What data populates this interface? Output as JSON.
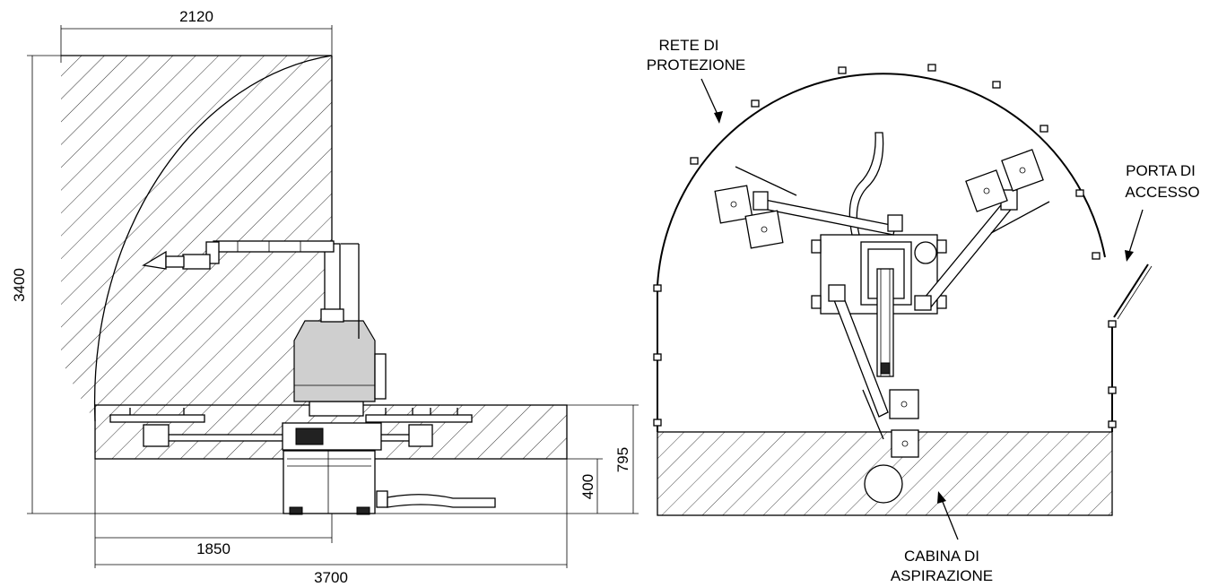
{
  "dimensions": {
    "top_width": "2120",
    "total_height": "3400",
    "lower_height": "795",
    "base_height": "400",
    "center_width": "1850",
    "total_width": "3700"
  },
  "labels": {
    "net_line1": "RETE DI",
    "net_line2": "PROTEZIONE",
    "door_line1": "PORTA DI",
    "door_line2": "ACCESSO",
    "booth_line1": "CABINA DI",
    "booth_line2": "ASPIRAZIONE"
  },
  "colors": {
    "line": "#000000",
    "background": "#ffffff",
    "motor_fill": "#cfcfcf"
  }
}
